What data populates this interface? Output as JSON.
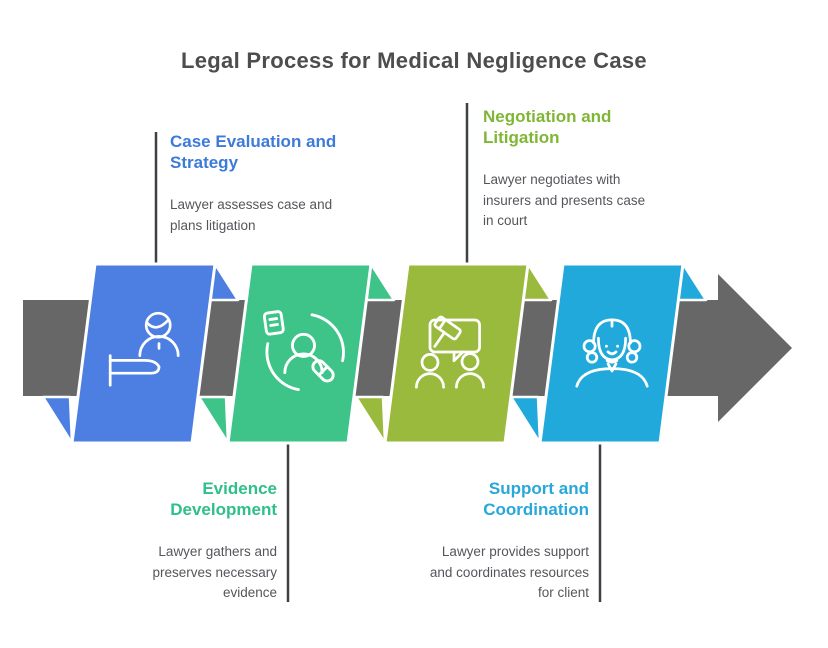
{
  "title": "Legal Process for Medical Negligence Case",
  "colors": {
    "background": "#ffffff",
    "arrow": "#676767",
    "connector": "#3f4043",
    "title_text": "#4d4d4d",
    "description_text": "#55565b",
    "icon_stroke": "#ffffff"
  },
  "stages": [
    {
      "heading": "Case Evaluation and\nStrategy",
      "description": "Lawyer assesses case and\nplans litigation",
      "panel_color": "#4d7ee2",
      "heading_color": "#3d7bd9",
      "icon": "lawyer-desk-icon"
    },
    {
      "heading": "Evidence\nDevelopment",
      "description": "Lawyer gathers and\npreserves necessary\nevidence",
      "panel_color": "#3ec489",
      "heading_color": "#2fbf8a",
      "icon": "evidence-gathering-icon"
    },
    {
      "heading": "Negotiation and\nLitigation",
      "description": "Lawyer negotiates with\ninsurers and presents case\nin court",
      "panel_color": "#9aba3e",
      "heading_color": "#80b636",
      "icon": "negotiation-gavel-icon"
    },
    {
      "heading": "Support and\nCoordination",
      "description": "Lawyer provides support\nand coordinates resources\nfor client",
      "panel_color": "#21a9db",
      "heading_color": "#28a7da",
      "icon": "judge-icon"
    }
  ]
}
